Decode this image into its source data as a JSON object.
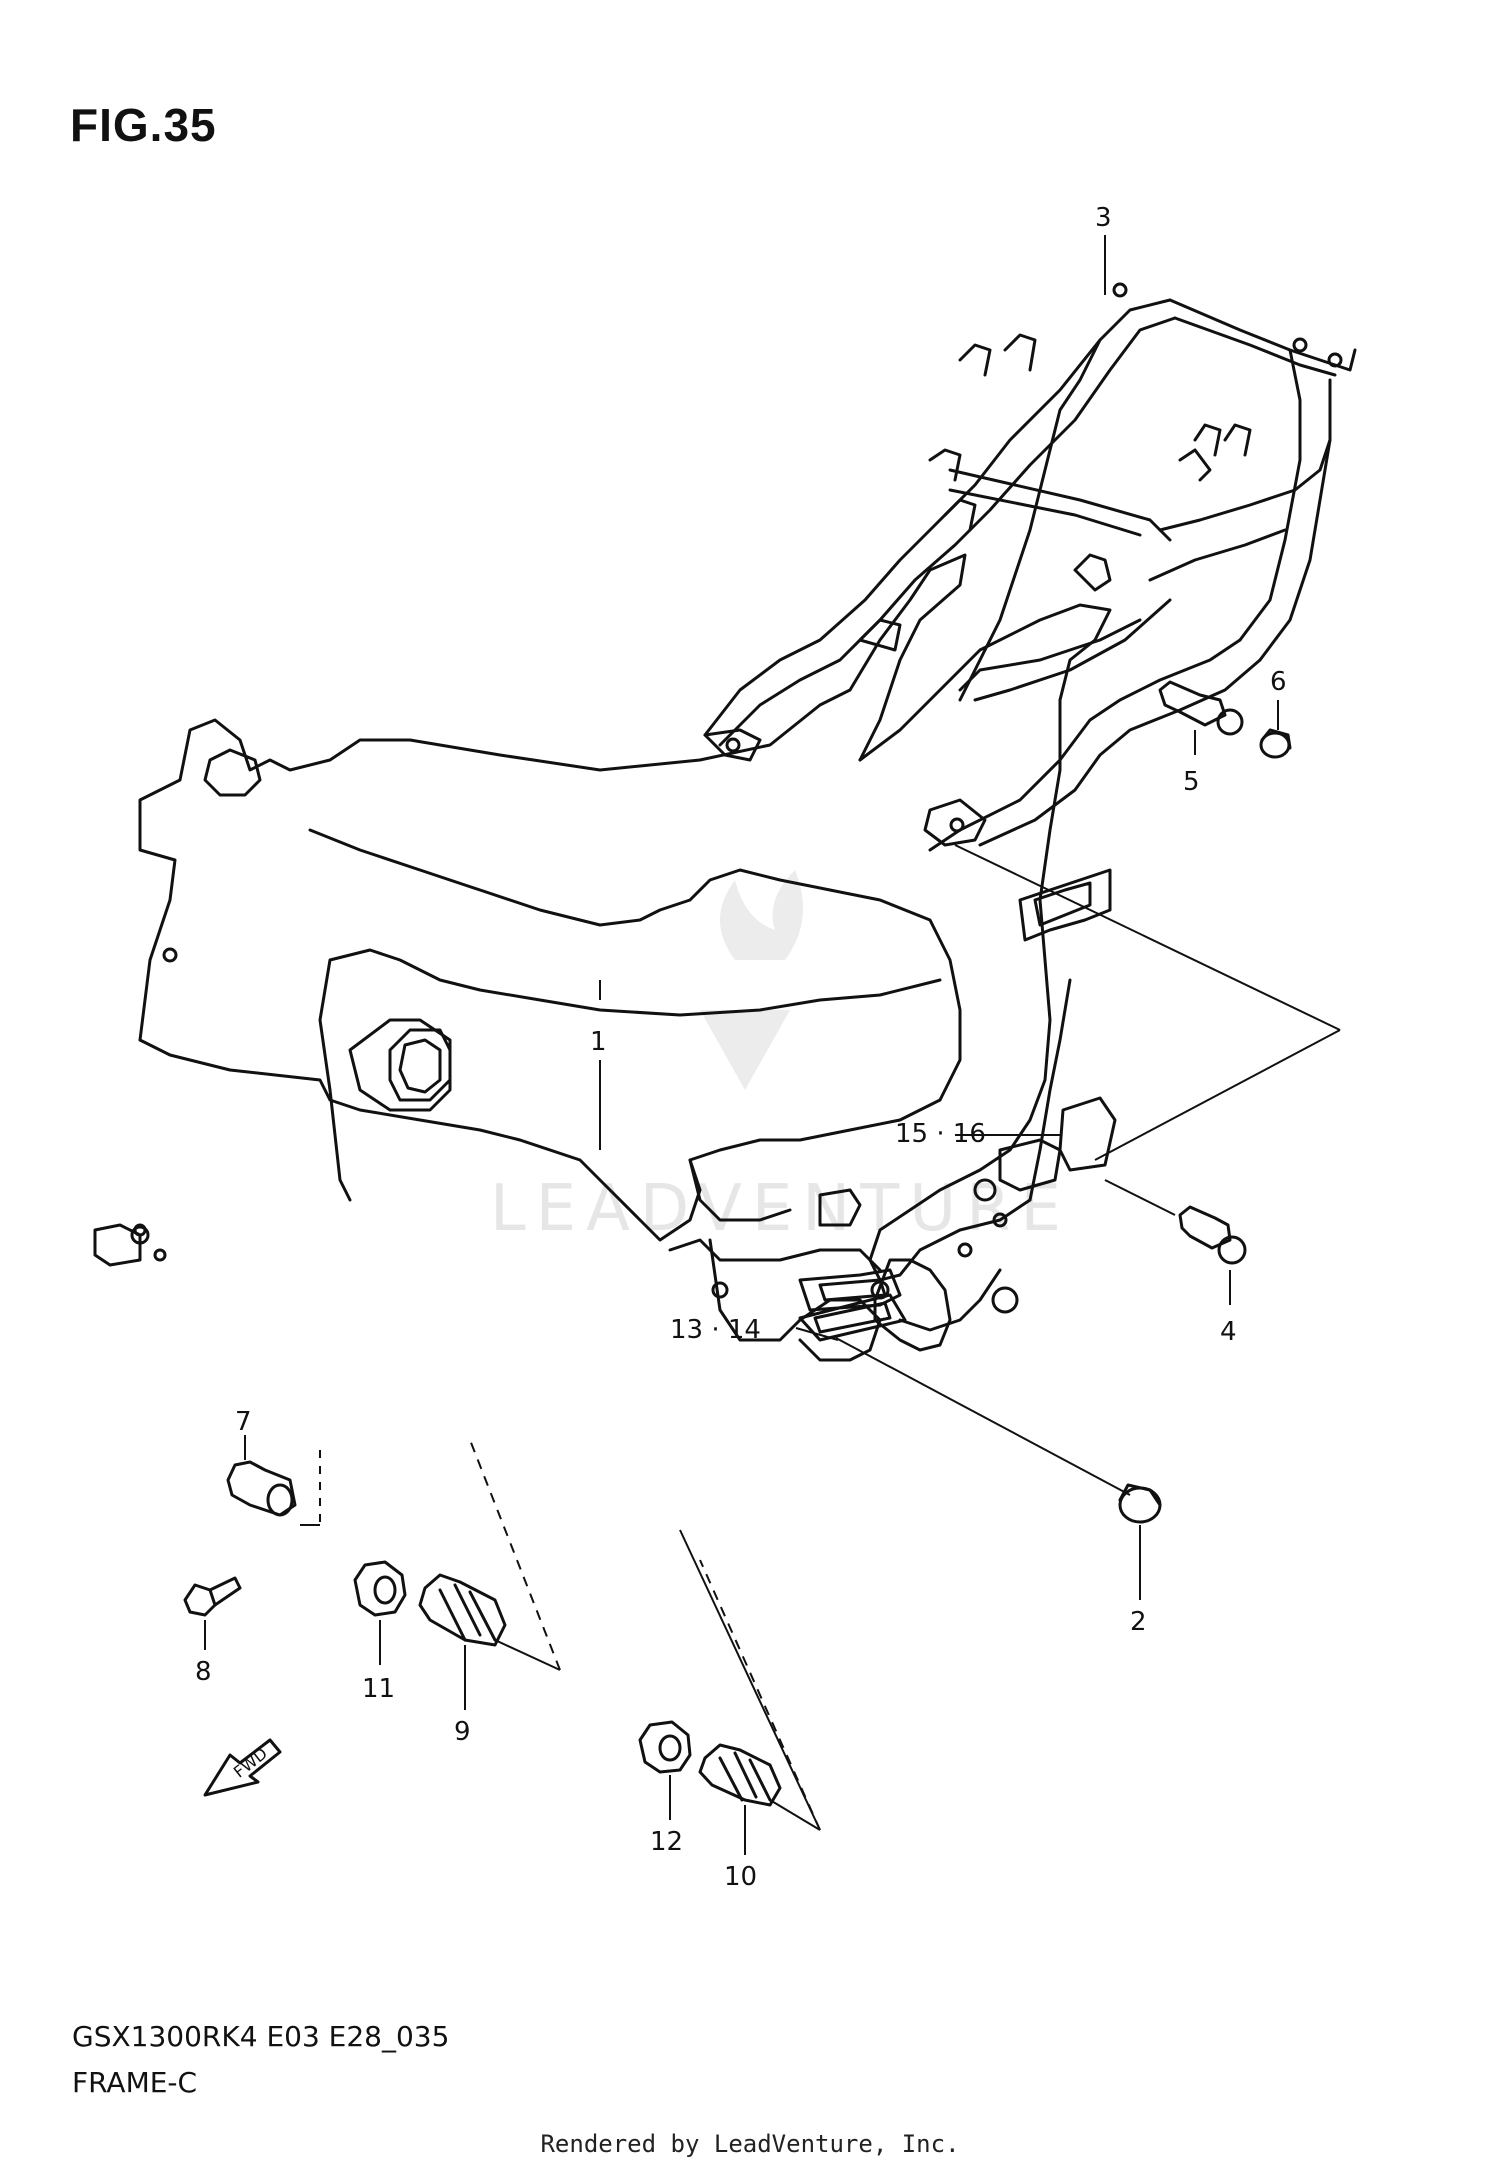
{
  "figure": {
    "title": "FIG.35",
    "model_code": "GSX1300RK4 E03 E28_035",
    "section_name": "FRAME-C",
    "rendered_by": "Rendered by LeadVenture, Inc.",
    "watermark": "LEADVENTURE"
  },
  "parts": [
    {
      "ref": "1",
      "name": "main-frame"
    },
    {
      "ref": "2",
      "name": "cap"
    },
    {
      "ref": "3",
      "name": "seat-rail-frame"
    },
    {
      "ref": "4",
      "name": "bolt"
    },
    {
      "ref": "5",
      "name": "bolt"
    },
    {
      "ref": "6",
      "name": "cap"
    },
    {
      "ref": "7",
      "name": "collar"
    },
    {
      "ref": "8",
      "name": "bolt"
    },
    {
      "ref": "9",
      "name": "adjuster"
    },
    {
      "ref": "10",
      "name": "adjuster"
    },
    {
      "ref": "11",
      "name": "nut"
    },
    {
      "ref": "12",
      "name": "nut"
    },
    {
      "ref": "13 · 14",
      "name": "label"
    },
    {
      "ref": "15 · 16",
      "name": "label"
    }
  ],
  "direction_marker": {
    "text": "FWD",
    "icon": "forward-arrow-icon"
  },
  "colors": {
    "line": "#111111",
    "background": "#ffffff",
    "watermark": "#e6e6e6"
  }
}
